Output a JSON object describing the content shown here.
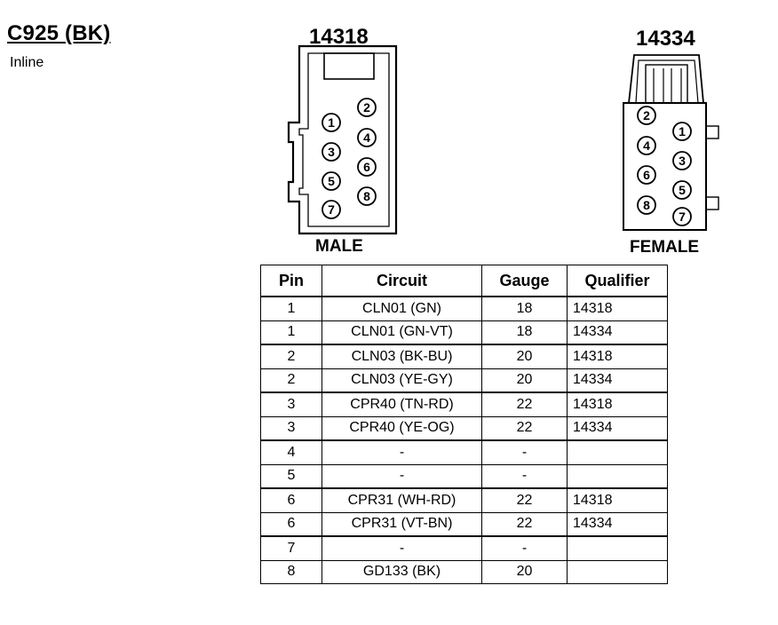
{
  "connector": {
    "id": "C925 (BK)",
    "type": "Inline"
  },
  "male": {
    "part": "14318",
    "label": "MALE",
    "pins": [
      "1",
      "2",
      "3",
      "4",
      "5",
      "6",
      "7",
      "8"
    ]
  },
  "female": {
    "part": "14334",
    "label": "FEMALE",
    "pins": [
      "2",
      "1",
      "4",
      "3",
      "6",
      "5",
      "8",
      "7"
    ]
  },
  "table": {
    "headers": [
      "Pin",
      "Circuit",
      "Gauge",
      "Qualifier"
    ],
    "rows": [
      [
        "1",
        "CLN01 (GN)",
        "18",
        "14318"
      ],
      [
        "1",
        "CLN01 (GN-VT)",
        "18",
        "14334"
      ],
      [
        "2",
        "CLN03 (BK-BU)",
        "20",
        "14318"
      ],
      [
        "2",
        "CLN03 (YE-GY)",
        "20",
        "14334"
      ],
      [
        "3",
        "CPR40 (TN-RD)",
        "22",
        "14318"
      ],
      [
        "3",
        "CPR40 (YE-OG)",
        "22",
        "14334"
      ],
      [
        "4",
        "-",
        "-",
        ""
      ],
      [
        "5",
        "-",
        "-",
        ""
      ],
      [
        "6",
        "CPR31 (WH-RD)",
        "22",
        "14318"
      ],
      [
        "6",
        "CPR31 (VT-BN)",
        "22",
        "14334"
      ],
      [
        "7",
        "-",
        "-",
        ""
      ],
      [
        "8",
        "GD133 (BK)",
        "20",
        ""
      ]
    ]
  }
}
